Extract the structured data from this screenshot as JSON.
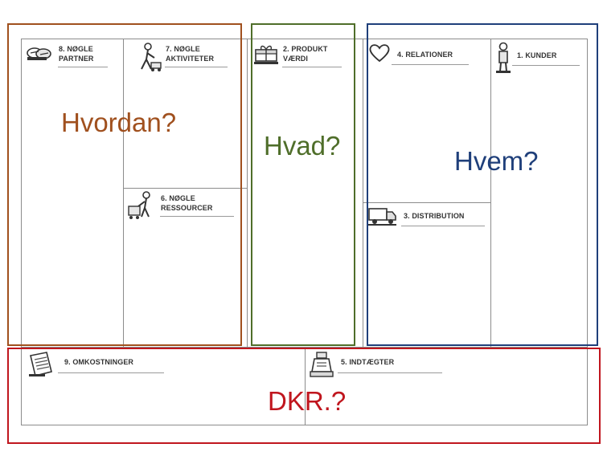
{
  "canvas": {
    "blocks": [
      {
        "key": "partners",
        "number": "8.",
        "lines": [
          "NØGLE",
          "PARTNER"
        ],
        "icon": "handshake-icon"
      },
      {
        "key": "activities",
        "number": "7.",
        "lines": [
          "NØGLE",
          "AKTIVITETER"
        ],
        "icon": "worker-mower-icon"
      },
      {
        "key": "resources",
        "number": "6.",
        "lines": [
          "NØGLE",
          "RESSOURCER"
        ],
        "icon": "worker-cart-icon"
      },
      {
        "key": "value",
        "number": "2.",
        "lines": [
          "PRODUKT",
          "VÆRDI"
        ],
        "icon": "gift-box-icon"
      },
      {
        "key": "relations",
        "number": "4.",
        "lines": [
          "RELATIONER"
        ],
        "icon": "heart-icon"
      },
      {
        "key": "distribution",
        "number": "3.",
        "lines": [
          "DISTRIBUTION"
        ],
        "icon": "delivery-truck-icon"
      },
      {
        "key": "customers",
        "number": "1.",
        "lines": [
          "KUNDER"
        ],
        "icon": "person-icon"
      },
      {
        "key": "costs",
        "number": "9.",
        "lines": [
          "OMKOSTNINGER"
        ],
        "icon": "receipt-icon"
      },
      {
        "key": "revenue",
        "number": "5.",
        "lines": [
          "INDTÆGTER"
        ],
        "icon": "cash-register-icon"
      }
    ]
  },
  "questions": {
    "how": {
      "text": "Hvordan?",
      "color": "#a0501e"
    },
    "what": {
      "text": "Hvad?",
      "color": "#4f6e2a"
    },
    "who": {
      "text": "Hvem?",
      "color": "#1f3f7a"
    },
    "money": {
      "text": "DKR.?",
      "color": "#c0161e"
    }
  }
}
